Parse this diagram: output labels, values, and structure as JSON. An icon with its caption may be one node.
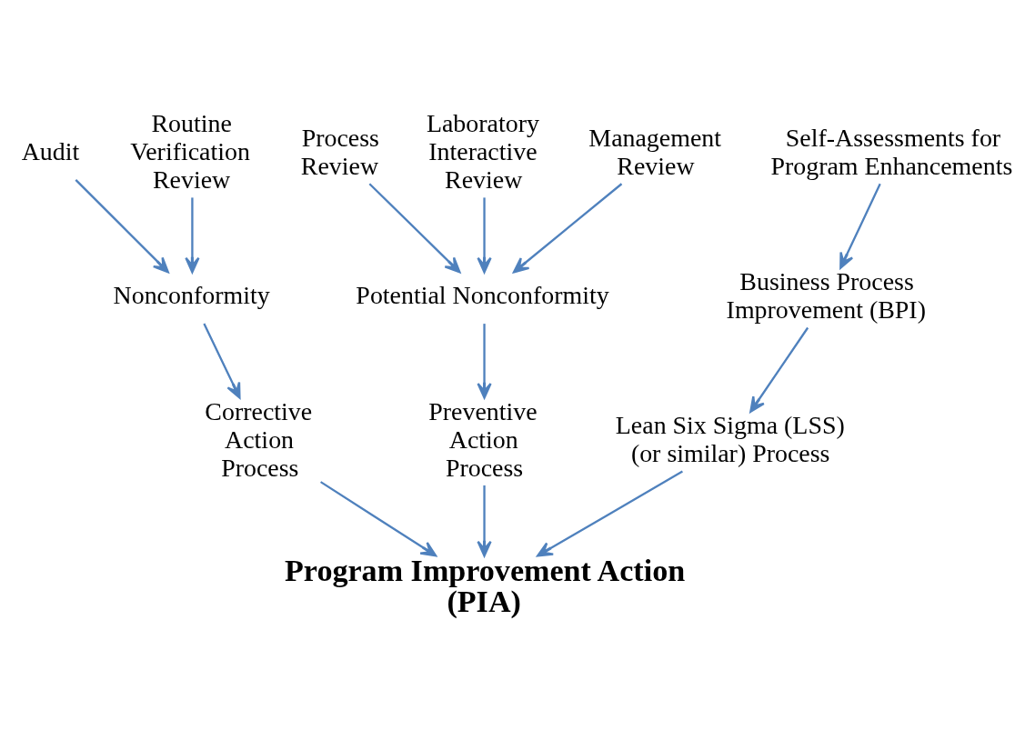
{
  "diagram": {
    "nodes": [
      {
        "text": [
          "Audit"
        ]
      },
      {
        "text": [
          "Routine Verification Review"
        ]
      },
      {
        "text": [
          "Process Review"
        ]
      },
      {
        "text": [
          "Laboratory Interactive Review"
        ]
      },
      {
        "text": [
          "Management Review"
        ]
      },
      {
        "text": [
          "Self-Assessments for Program Enhancements"
        ]
      },
      {
        "text": [
          "Nonconformity"
        ]
      },
      {
        "text": [
          "Potential Nonconformity"
        ]
      },
      {
        "text": [
          "Business Process Improvement (BPI)"
        ]
      },
      {
        "text": [
          "Corrective Action Process"
        ]
      },
      {
        "text": [
          "Preventive Action Process"
        ]
      },
      {
        "text": [
          "Lean Six Sigma (LSS) (or similar) Process"
        ]
      },
      {
        "text": [
          "Program Improvement Action (PIA)"
        ]
      }
    ],
    "edges": [
      {
        "from": 0,
        "to": 6,
        "arrow": "to"
      },
      {
        "from": 1,
        "to": 6,
        "arrow": "to"
      },
      {
        "from": 2,
        "to": 7,
        "arrow": "to"
      },
      {
        "from": 3,
        "to": 7,
        "arrow": "to"
      },
      {
        "from": 4,
        "to": 7,
        "arrow": "to"
      },
      {
        "from": 5,
        "to": 8,
        "arrow": "to"
      },
      {
        "from": 6,
        "to": 9,
        "arrow": "to"
      },
      {
        "from": 7,
        "to": 10,
        "arrow": "to"
      },
      {
        "from": 8,
        "to": 11,
        "arrow": "to"
      },
      {
        "from": 9,
        "to": 12,
        "arrow": "to"
      },
      {
        "from": 10,
        "to": 12,
        "arrow": "to"
      },
      {
        "from": 11,
        "to": 12,
        "arrow": "to"
      }
    ]
  }
}
